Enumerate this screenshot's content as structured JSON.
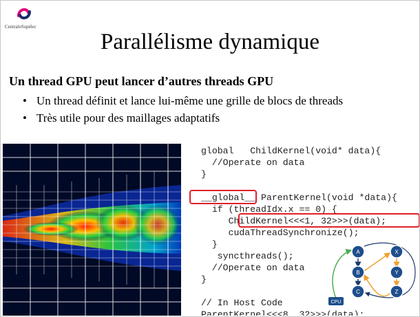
{
  "logo": {
    "text": "CentraleSupélec",
    "colors": [
      "#e3007a",
      "#1c2a6b"
    ]
  },
  "title": "Parallélisme dynamique",
  "subtitle": "Un thread GPU peut lancer d’autres threads GPU",
  "bullets": [
    "Un thread définit et lance lui-même une grille de blocs de threads",
    "Très utile pour des maillages adaptatifs"
  ],
  "code_lines": [
    "global   ChildKernel(void* data){",
    "  //Operate on data",
    "}",
    "",
    "__global__ ParentKernel(void *data){",
    "  if (threadIdx.x == 0) {",
    "     ChildKernel<<<1, 32>>>(data);",
    "     cudaThreadSynchronize();",
    "  }",
    "   syncthreads();",
    "  //Operate on data",
    "}",
    "",
    "// In Host Code",
    "ParentKernel<<<8, 32>>>(data);"
  ],
  "diagram": {
    "nodes": [
      "A",
      "B",
      "C",
      "X",
      "Y",
      "Z",
      "CPU"
    ],
    "colors": {
      "node": "#1f4e8c",
      "outline": "#ffffff",
      "edge_dark": "#1f3a6b",
      "edge_orange": "#f0a030",
      "edge_green": "#4caf50"
    }
  },
  "highlight_color": "#e0202a"
}
